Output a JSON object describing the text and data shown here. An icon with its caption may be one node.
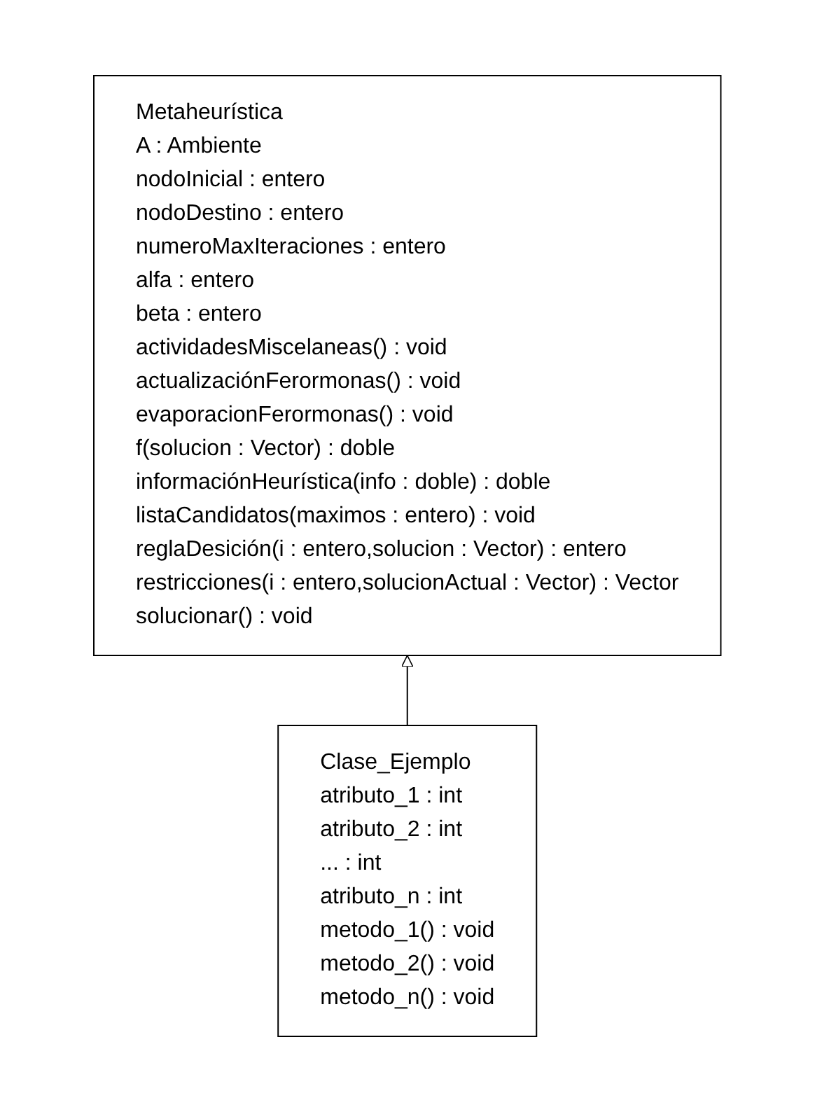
{
  "diagram": {
    "nodes": [
      {
        "text": [
          "Metaheurística",
          "A : Ambiente",
          "nodoInicial : entero",
          "nodoDestino : entero",
          "numeroMaxIteraciones : entero",
          "alfa : entero",
          "beta : entero",
          "actividadesMiscelaneas() : void",
          "actualizaciónFerormonas() : void",
          "evaporacionFerormonas() : void",
          "f(solucion : Vector) : doble",
          "informaciónHeurística(info : doble) : doble",
          "listaCandidatos(maximos : entero) : void",
          "reglaDesición(i : entero,solucion : Vector) : entero",
          "restricciones(i : entero,solucionActual : Vector) : Vector",
          "solucionar() : void"
        ]
      },
      {
        "text": [
          "Clase_Ejemplo",
          "atributo_1 : int",
          "atributo_2 : int",
          "... : int",
          "atributo_n : int",
          "metodo_1() : void",
          "metodo_2() : void",
          "metodo_n() : void"
        ]
      }
    ],
    "edges": [
      {
        "from": 1,
        "to": 0,
        "arrow": "to"
      }
    ]
  }
}
